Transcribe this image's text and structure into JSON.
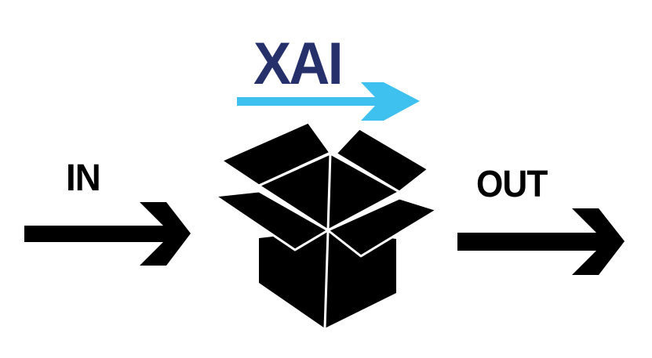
{
  "diagram": {
    "labels": {
      "input": "IN",
      "output": "OUT",
      "method": "XAI"
    },
    "icons": {
      "input_arrow": "right-arrow-icon",
      "output_arrow": "right-arrow-icon",
      "xai_arrow": "right-arrow-icon",
      "model": "open-box-icon"
    },
    "colors": {
      "background": "#ffffff",
      "text_primary": "#000000",
      "xai_text": "#26316b",
      "xai_arrow": "#3ec1ee",
      "box_fill": "#000000",
      "box_edges": "#ffffff"
    }
  }
}
